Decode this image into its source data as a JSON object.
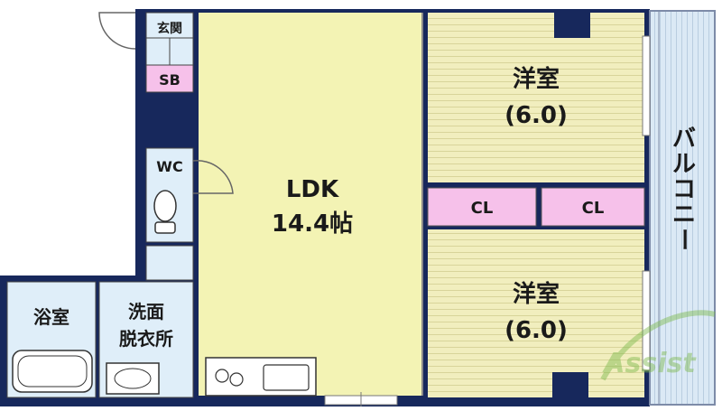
{
  "rooms": {
    "genkan": "玄関",
    "sb": "SB",
    "wc": "WC",
    "ldk_name": "LDK",
    "ldk_size": "14.4帖",
    "western_top_name": "洋室",
    "western_top_size": "(6.0)",
    "western_bottom_name": "洋室",
    "western_bottom_size": "(6.0)",
    "closet_left": "CL",
    "closet_right": "CL",
    "bath": "浴室",
    "washroom_line1": "洗面",
    "washroom_line2": "脱衣所",
    "balcony": "バルコニー"
  },
  "watermark": "Assist",
  "colors": {
    "wall": "#17285c",
    "ldk": "#f3f3b4",
    "western": "#f1eebe",
    "closet": "#f6c1ea",
    "wet_area": "#dfeef9",
    "balcony": "#dbe9f5",
    "floor_lines": "#d8d49a",
    "watermark": "#7ab84a"
  }
}
